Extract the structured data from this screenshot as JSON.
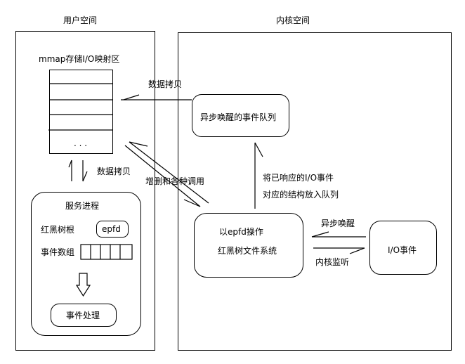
{
  "user_space": {
    "title": "用户空间",
    "mmap_label": "mmap存储I/O映射区",
    "mmap_cells": [
      "",
      "",
      "",
      "",
      "..."
    ],
    "copy_label_top": "数据拷贝",
    "copy_label_side": "数据拷贝",
    "calls_label": "增删和各种调用",
    "service": {
      "title": "服务进程",
      "rbtree_root_label": "红黑树根",
      "epfd_label": "epfd",
      "event_array_label": "事件数组",
      "event_handling_label": "事件处理"
    }
  },
  "kernel_space": {
    "title": "内核空间",
    "async_queue_label": "异步唤醒的事件队列",
    "put_queue_line1": "将已响应的I/O事件",
    "put_queue_line2": "对应的结构放入队列",
    "epfd_op_line1": "以epfd操作",
    "epfd_op_line2": "红黑树文件系统",
    "io_event_label": "I/O事件",
    "async_wake_label": "异步唤醒",
    "kernel_listen_label": "内核监听"
  }
}
